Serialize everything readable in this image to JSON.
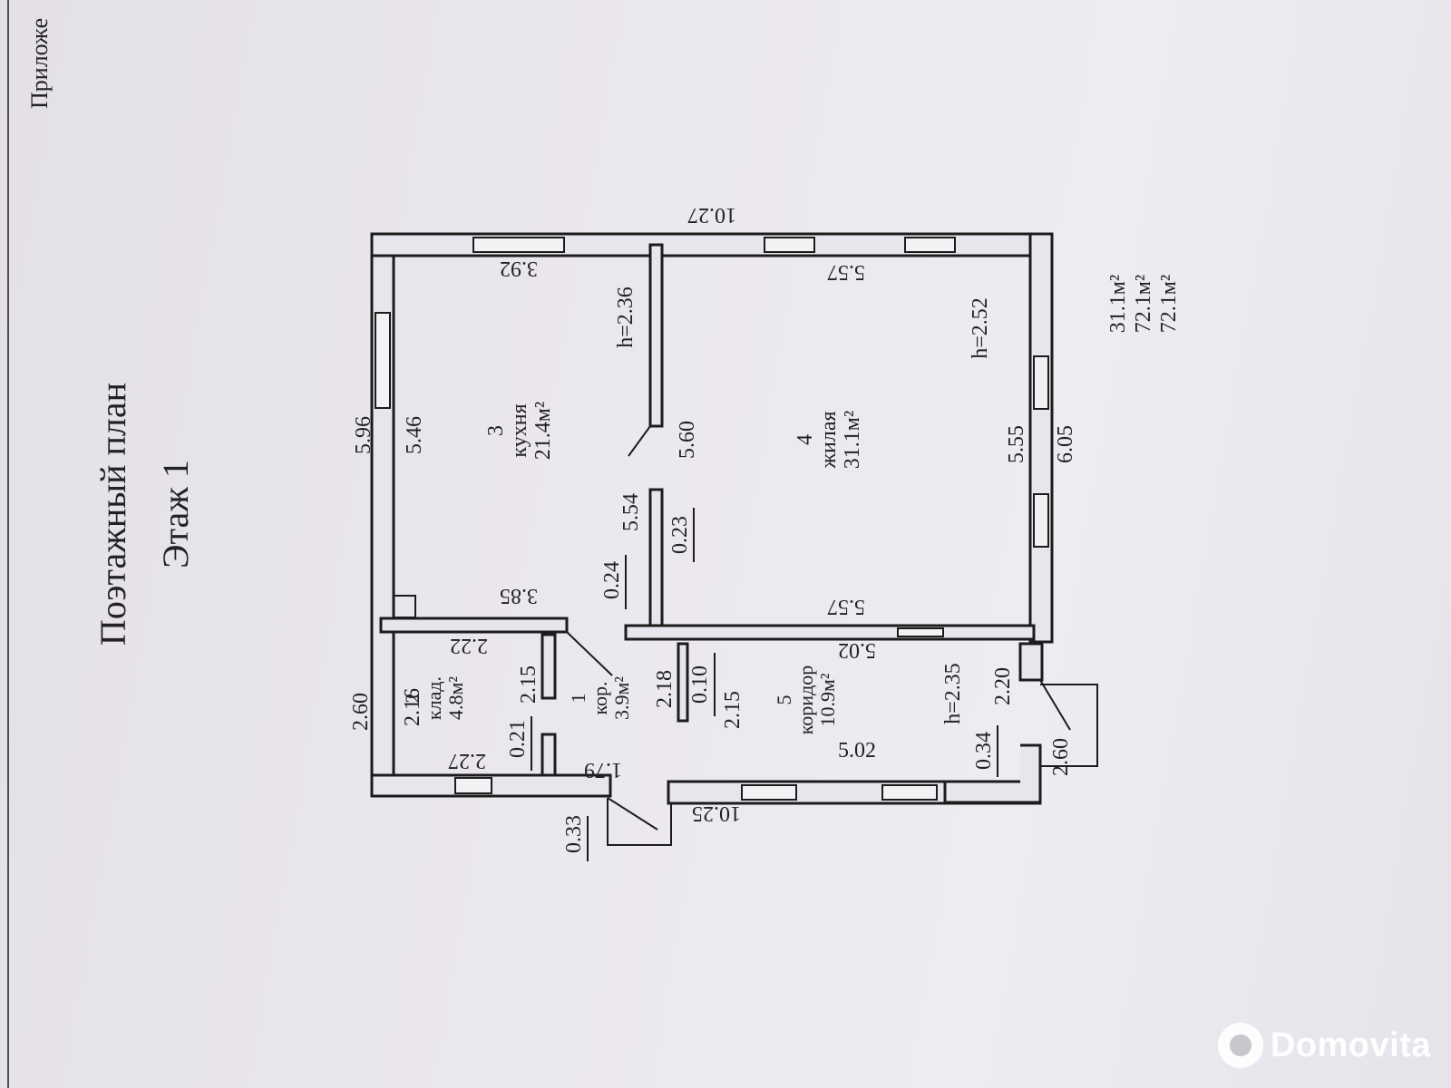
{
  "document": {
    "title": "Поэтажный план",
    "floor": "Этаж 1",
    "appendix_fragment": "Приложе"
  },
  "rooms": [
    {
      "number": "1",
      "name": "кор.",
      "area": "3.9м²"
    },
    {
      "number": "2",
      "name": "клад.",
      "area": "4.8м²"
    },
    {
      "number": "3",
      "name": "кухня",
      "area": "21.4м²"
    },
    {
      "number": "4",
      "name": "жилая",
      "area": "31.1м²"
    },
    {
      "number": "5",
      "name": "коридор",
      "area": "10.9м²"
    }
  ],
  "heights": {
    "kitchen": "h=2.36",
    "living": "h=2.52",
    "corridor": "h=2.35"
  },
  "dimensions": {
    "overall_top": "10.27",
    "overall_bottom": "10.25",
    "kitchen_left": "5.96",
    "kitchen_inner_left": "5.46",
    "kitchen_top": "3.92",
    "kitchen_bottom": "3.85",
    "kitchen_right": "5.54",
    "living_top": "5.57",
    "living_bottom": "5.57",
    "living_left": "5.60",
    "living_right": "5.55",
    "living_outer_right": "6.05",
    "partition_1": "0.24",
    "partition_2": "0.23",
    "corridor_top": "5.02",
    "corridor_bottom": "5.02",
    "corridor_left": "2.18",
    "corridor_left_2": "2.15",
    "corridor_right": "2.20",
    "partition_3": "0.10",
    "storage_outer_left": "2.60",
    "storage_left": "2.16",
    "storage_top": "2.22",
    "storage_bottom": "2.27",
    "storage_right": "2.15",
    "partition_4": "0.21",
    "hall_bottom": "1.79",
    "porch_1": "0.33",
    "porch_2": "0.34",
    "porch_3": "2.60"
  },
  "totals": {
    "living_area": "31.1м²",
    "total_area": "72.1м²",
    "total_area_2": "72.1м²"
  },
  "watermark": {
    "brand": "Domovita"
  }
}
